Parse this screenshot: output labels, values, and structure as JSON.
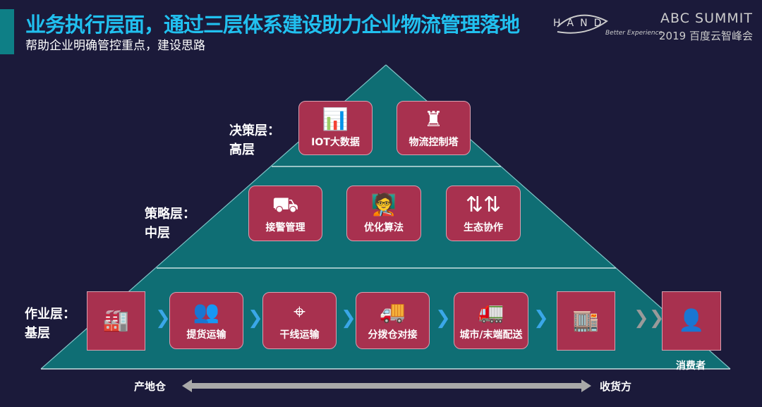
{
  "header": {
    "title": "业务执行层面，通过三层体系建设助力企业物流管理落地",
    "subtitle": "帮助企业明确管控重点，建设思路"
  },
  "logo": {
    "hand": "HAND",
    "tagline": "Better Experience",
    "event": "ABC SUMMIT",
    "event_sub": "2019 百度云智峰会"
  },
  "layers": {
    "top": {
      "line1": "决策层：",
      "line2": "高层",
      "items": [
        {
          "icon": "bar-chart-icon",
          "label": "IOT大数据"
        },
        {
          "icon": "control-tower-icon",
          "label": "物流控制塔"
        }
      ]
    },
    "middle": {
      "line1": "策略层：",
      "line2": "中层",
      "items": [
        {
          "icon": "truck-icon",
          "label": "接警管理"
        },
        {
          "icon": "presenter-icon",
          "label": "优化算法"
        },
        {
          "icon": "arrows-icon",
          "label": "生态协作"
        }
      ]
    },
    "bottom": {
      "line1": "作业层：",
      "line2": "基层",
      "items": [
        {
          "icon": "factory-icon",
          "label": ""
        },
        {
          "icon": "movers-icon",
          "label": "提货运输"
        },
        {
          "icon": "route-icon",
          "label": "干线运输"
        },
        {
          "icon": "dump-truck-icon",
          "label": "分拨仓对接"
        },
        {
          "icon": "delivery-truck-icon",
          "label": "城市/末端配送"
        },
        {
          "icon": "warehouse-icon",
          "label": ""
        },
        {
          "icon": "person-icon",
          "label": "消费者"
        }
      ]
    }
  },
  "axis": {
    "left": "产地仓",
    "right": "收货方"
  },
  "colors": {
    "bg": "#1b1a3a",
    "pyramid": "#0f6e74",
    "box": "#a8314f",
    "title": "#21c0ef",
    "chevron": "#3aa7e8"
  }
}
